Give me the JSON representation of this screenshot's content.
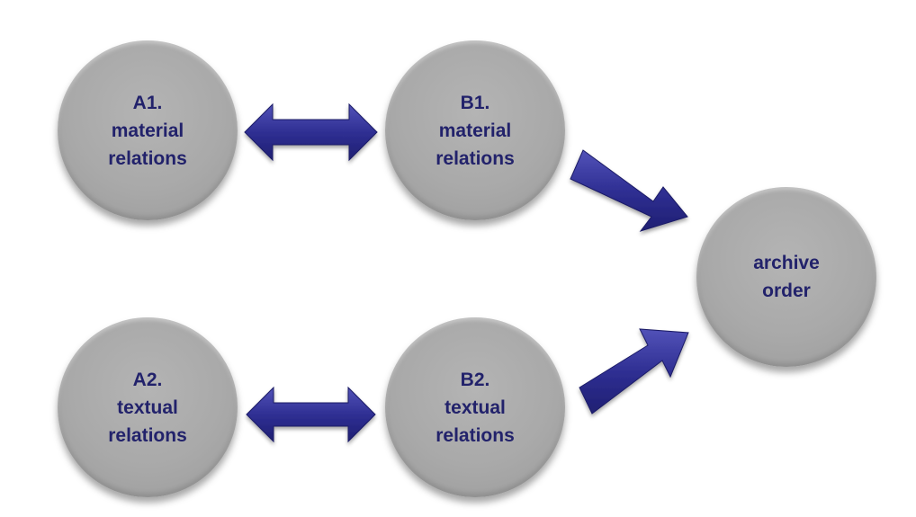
{
  "diagram": {
    "nodes": [
      {
        "id": "a1",
        "lines": [
          "A1.",
          "material",
          "relations"
        ]
      },
      {
        "id": "b1",
        "lines": [
          "B1.",
          "material",
          "relations"
        ]
      },
      {
        "id": "a2",
        "lines": [
          "A2.",
          "textual",
          "relations"
        ]
      },
      {
        "id": "b2",
        "lines": [
          "B2.",
          "textual",
          "relations"
        ]
      },
      {
        "id": "archive",
        "lines": [
          "archive",
          "order"
        ]
      }
    ],
    "edges": [
      {
        "from": "a1",
        "to": "b1",
        "direction": "both"
      },
      {
        "from": "a2",
        "to": "b2",
        "direction": "both"
      },
      {
        "from": "b1",
        "to": "archive",
        "direction": "forward"
      },
      {
        "from": "b2",
        "to": "archive",
        "direction": "forward"
      }
    ]
  },
  "colors": {
    "node_fill": "#ababab",
    "node_text": "#22226b",
    "arrow_fill": "#2e2e8f",
    "arrow_stroke": "#1a1a66"
  }
}
